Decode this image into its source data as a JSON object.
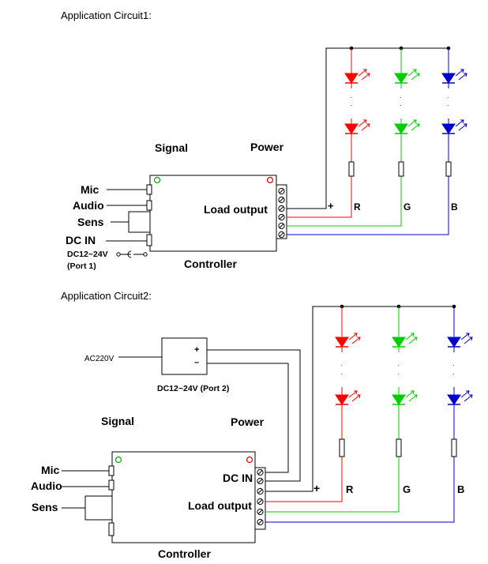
{
  "circuit1": {
    "heading": "Application Circuit1:",
    "signal_label": "Signal",
    "power_label": "Power",
    "load_output_label": "Load output",
    "controller_label": "Controller",
    "mic_label": "Mic",
    "audio_label": "Audio",
    "sens_label": "Sens",
    "dcin_label": "DC IN",
    "supply_label": "DC12~24V",
    "port_label": "(Port 1)",
    "plus_label": "+",
    "r_label": "R",
    "g_label": "G",
    "b_label": "B"
  },
  "circuit2": {
    "heading": "Application Circuit2:",
    "ac_label": "AC220V",
    "psu_plus": "+",
    "psu_minus": "–",
    "psu_label": "DC12~24V (Port 2)",
    "signal_label": "Signal",
    "power_label": "Power",
    "dcin_label": "DC IN",
    "load_output_label": "Load output",
    "controller_label": "Controller",
    "mic_label": "Mic",
    "audio_label": "Audio",
    "sens_label": "Sens",
    "plus_label": "+",
    "r_label": "R",
    "g_label": "G",
    "b_label": "B"
  },
  "colors": {
    "red": "#ff0000",
    "green": "#00cc00",
    "blue": "#0000cc",
    "wire": "#000000",
    "signal_led": "#00aa00",
    "power_led": "#dd0000"
  }
}
